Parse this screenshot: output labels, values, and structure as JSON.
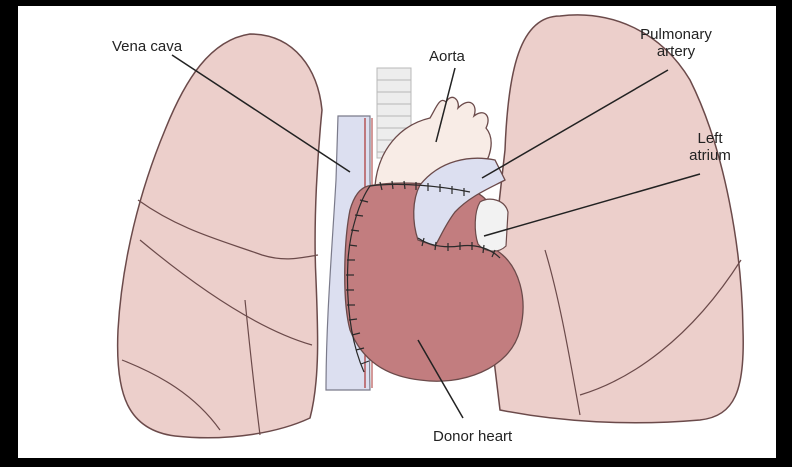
{
  "labels": {
    "vena_cava": "Vena cava",
    "aorta": "Aorta",
    "pulmonary_artery_line1": "Pulmonary",
    "pulmonary_artery_line2": "artery",
    "left_atrium_line1": "Left",
    "left_atrium_line2": "atrium",
    "donor_heart": "Donor heart"
  },
  "colors": {
    "background": "#000000",
    "panel": "#ffffff",
    "lung_fill": "#eccfcb",
    "lung_stroke": "#6b4a4a",
    "heart_fill": "#c27d7f",
    "vessel_fill": "#dcdff0",
    "aorta_fill": "#f8ece6",
    "trachea_fill": "#ededed",
    "suture": "#2a2a2a"
  }
}
